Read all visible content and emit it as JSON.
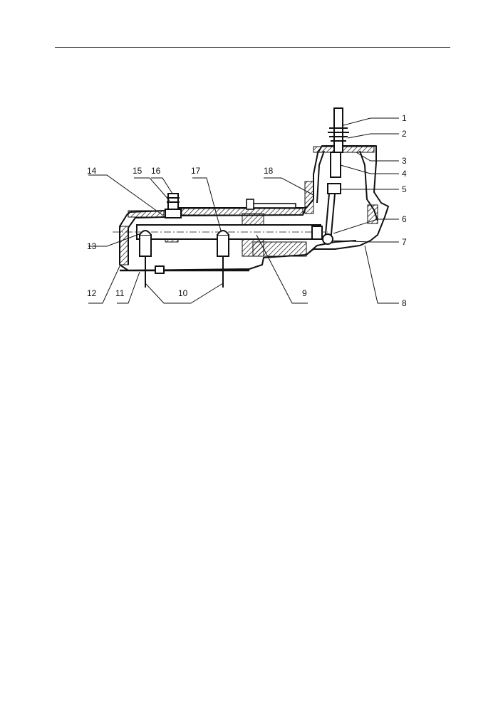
{
  "document": {
    "figure": {
      "callouts": [
        {
          "label": "1"
        },
        {
          "label": "2"
        },
        {
          "label": "3"
        },
        {
          "label": "4"
        },
        {
          "label": "5"
        },
        {
          "label": "6"
        },
        {
          "label": "7"
        },
        {
          "label": "8"
        },
        {
          "label": "9"
        },
        {
          "label": "10"
        },
        {
          "label": "11"
        },
        {
          "label": "12"
        },
        {
          "label": "13"
        },
        {
          "label": "14"
        },
        {
          "label": "15"
        },
        {
          "label": "16"
        },
        {
          "label": "17"
        },
        {
          "label": "18"
        }
      ]
    }
  }
}
